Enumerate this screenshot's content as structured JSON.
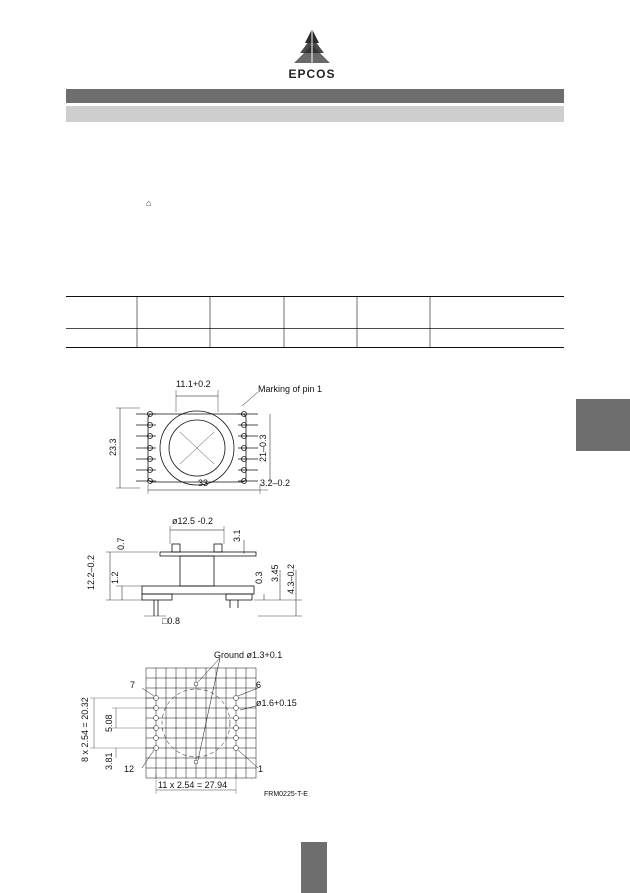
{
  "logo": {
    "text": "EPCOS"
  },
  "header": {
    "glyph": "⌂"
  },
  "top_view": {
    "dim_width_top": "11.1+0.2",
    "marking_label": "Marking of pin 1",
    "dim_height_left": "23.3",
    "dim_height_right": "21–0.3",
    "dim_total_width": "33",
    "dim_right_offset": "3.2–0.2"
  },
  "side_view": {
    "dim_diameter": "ø12.5 -0.2",
    "dim_07": "0.7",
    "dim_31": "3.1",
    "dim_height": "12.2–0.2",
    "dim_12": "1.2",
    "dim_03": "0.3",
    "dim_345": "3.45",
    "dim_43": "4.3–0.2",
    "dim_pin": "□0.8"
  },
  "pcb_view": {
    "ground_label": "Ground ø1.3+0.1",
    "pin7": "7",
    "pin6": "6",
    "pin12": "12",
    "pin1": "1",
    "hole_label": "ø1.6+0.15",
    "dim_vertical": "8 x 2.54 = 20.32",
    "dim_508": "5.08",
    "dim_381": "3.81",
    "dim_horizontal": "11 x 2.54 = 27.94",
    "drawing_code": "FRM0225-T-E"
  },
  "colors": {
    "dark_bar": "#6e6e6e",
    "light_bar": "#cfcfcf"
  }
}
